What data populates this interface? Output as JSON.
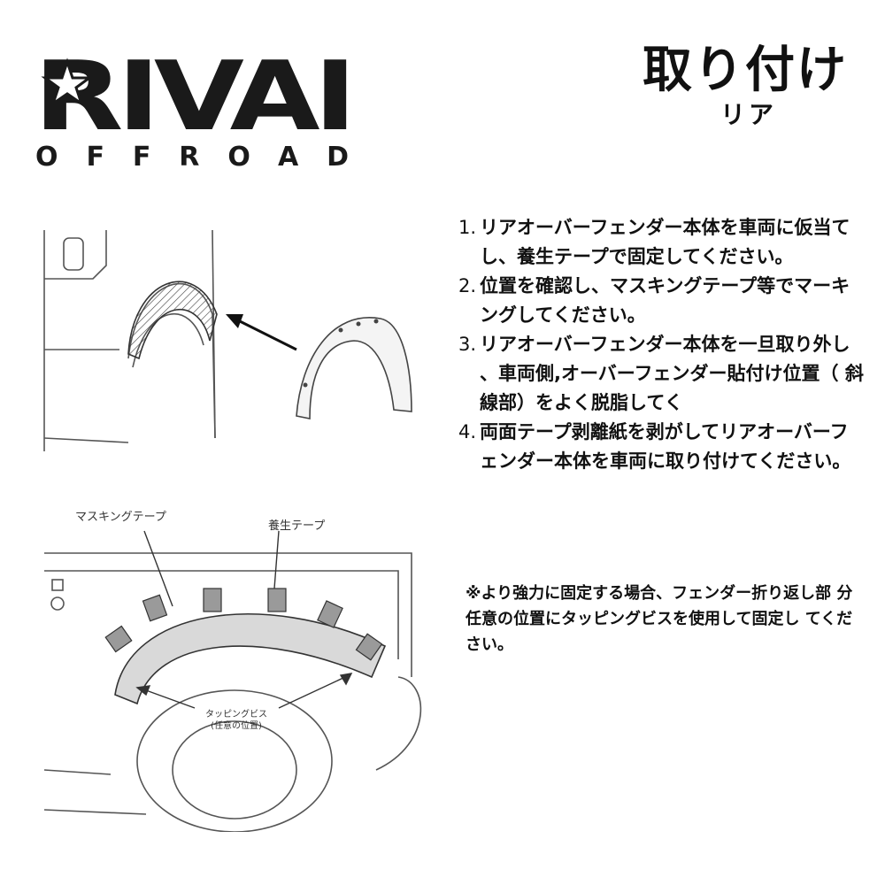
{
  "header": {
    "logo_text": "RIVAI",
    "logo_sub": "OFFROAD",
    "title": "取り付け",
    "subtitle": "リア"
  },
  "steps": [
    {
      "num": "1.",
      "text": "リアオーバーフェンダー本体を車両に仮当て し、養生テープで固定してください。"
    },
    {
      "num": "2.",
      "text": "位置を確認し、マスキングテープ等でマーキ ングしてください。"
    },
    {
      "num": "3.",
      "text": "リアオーバーフェンダー本体を一旦取り外し 、車両側,オーバーフェンダー貼付け位置（ 斜線部）をよく脱脂してく"
    },
    {
      "num": "4.",
      "text": "両面テープ剥離紙を剥がしてリアオーバーフ ェンダー本体を車両に取り付けてください。"
    }
  ],
  "note": "※より強力に固定する場合、フェンダー折り返し部 分任意の位置にタッピングビスを使用して固定し てください。",
  "diagram_labels": {
    "masking_tape": "マスキングテープ",
    "curing_tape": "養生テープ",
    "tapping_screw": "タッピングビス",
    "tapping_screw_note": "(任意の位置)"
  }
}
